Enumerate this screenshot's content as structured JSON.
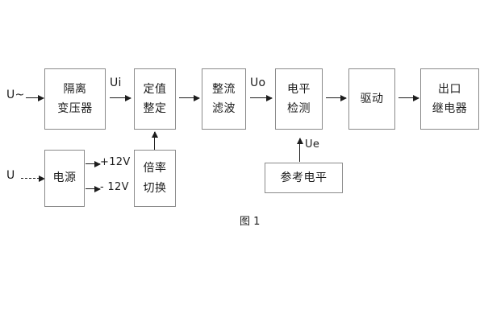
{
  "figure": {
    "caption": "图 1",
    "line_color": "#1d1d1d",
    "box_border_color": "#8a8a8a",
    "background": "#ffffff"
  },
  "inputs": {
    "ac_source": "U~",
    "dc_source": "U"
  },
  "signals": {
    "ui": "Ui",
    "uo": "Uo",
    "ue": "Ue",
    "rail_positive": "+12V",
    "rail_negative": "- 12V"
  },
  "blocks": {
    "isolation_transformer": {
      "line1": "隔离",
      "line2": "变压器"
    },
    "setpoint_setting": {
      "line1": "定值",
      "line2": "整定"
    },
    "rectify_filter": {
      "line1": "整流",
      "line2": "滤波"
    },
    "level_detection": {
      "line1": "电平",
      "line2": "检测"
    },
    "drive": {
      "line1": "驱动"
    },
    "output_relay": {
      "line1": "出口",
      "line2": "继电器"
    },
    "power_supply": {
      "line1": "电源"
    },
    "multiplier_switch": {
      "line1": "倍率",
      "line2": "切换"
    },
    "reference_level": {
      "line1": "参考电平"
    }
  }
}
